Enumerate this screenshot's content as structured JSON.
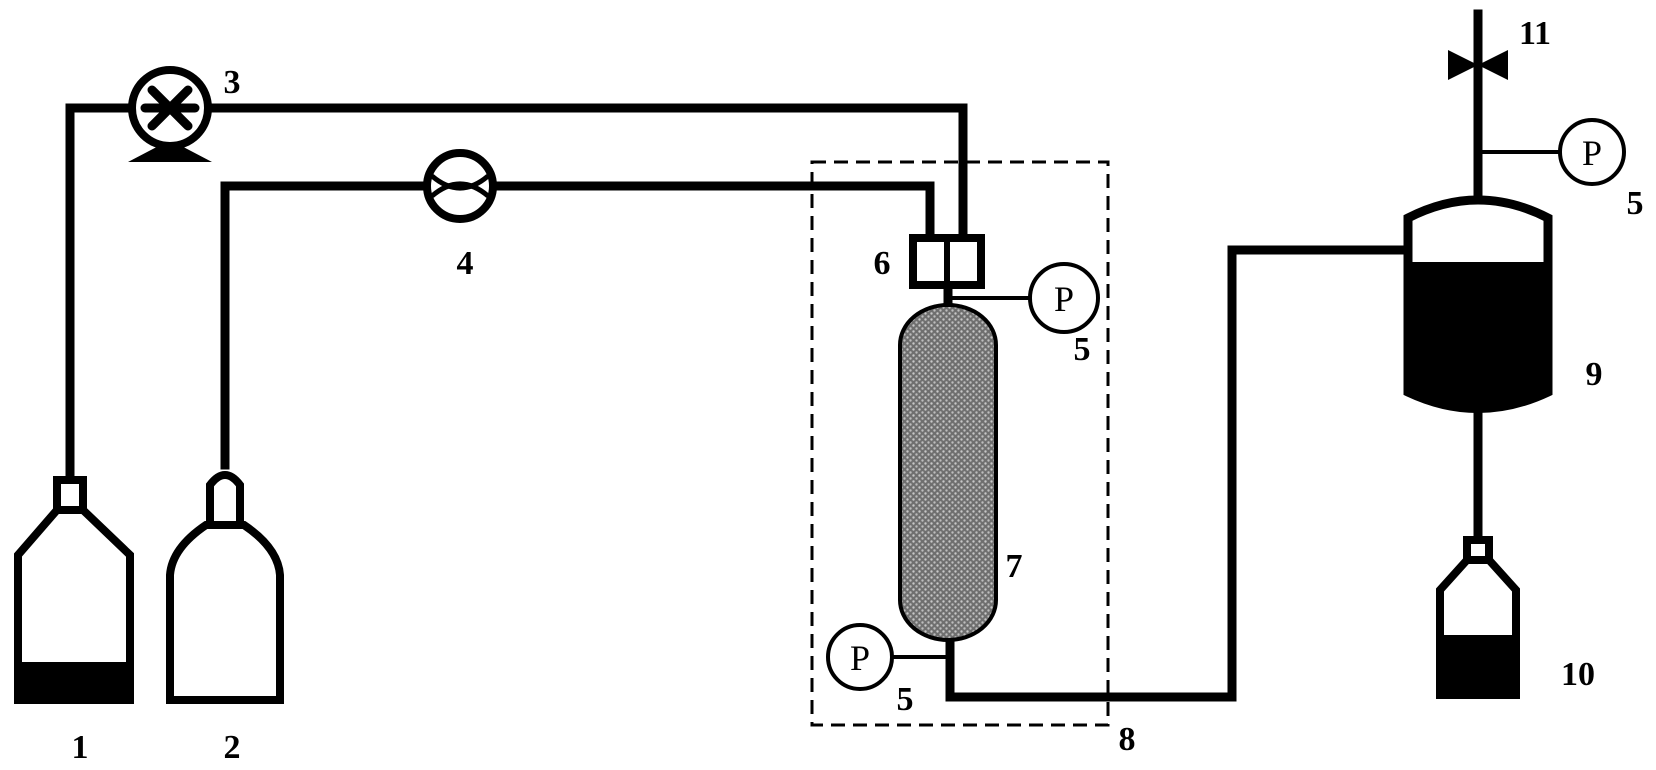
{
  "labels": {
    "bottle_1": "1",
    "cylinder_2": "2",
    "pump_3": "3",
    "flowmeter_4": "4",
    "gauge_5_top": "5",
    "gauge_5_bottom": "5",
    "gauge_5_right": "5",
    "mixer_6": "6",
    "column_7": "7",
    "oven_8": "8",
    "separator_9": "9",
    "collector_10": "10",
    "valve_11": "11"
  },
  "gauge_symbol": "P",
  "icons": {
    "pump": "pump-icon",
    "flowmeter": "flowmeter-icon",
    "gauge": "pressure-gauge-icon",
    "valve": "valve-icon",
    "column": "packed-column-icon"
  }
}
